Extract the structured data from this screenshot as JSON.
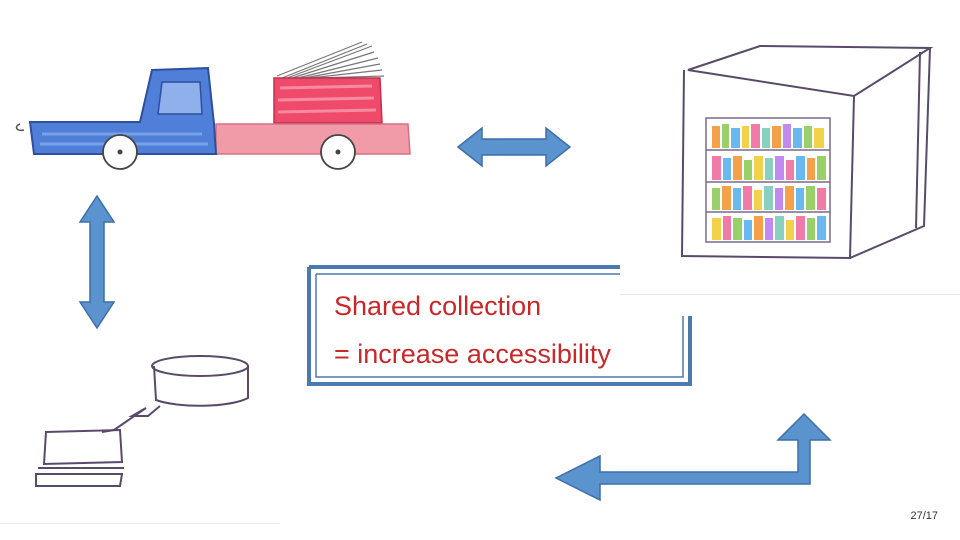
{
  "caption": {
    "line1": "Shared collection",
    "line2": "= increase accessibility"
  },
  "page_number": "27/17",
  "colors": {
    "arrow_fill": "#5b93cf",
    "arrow_stroke": "#3d6fa8",
    "caption_text": "#c8282a",
    "box_border": "#4a7ab0",
    "sketch_ink": "#5a4a6a",
    "truck_cab": "#4f7fd9",
    "truck_bed": "#f19aa8",
    "truck_cargo": "#f04a6a"
  },
  "icons": [
    "truck-icon",
    "bookshelf-cabinet-icon",
    "computer-terminal-icon",
    "double-arrow-horizontal-icon",
    "double-arrow-vertical-icon",
    "elbow-arrow-icon"
  ]
}
